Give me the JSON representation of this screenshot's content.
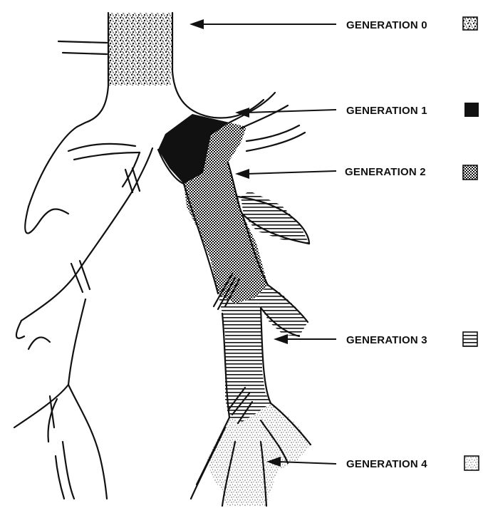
{
  "diagram": {
    "generations": [
      {
        "label": "GENERATION 0",
        "pattern": "coarse-stipple"
      },
      {
        "label": "GENERATION 1",
        "pattern": "solid-black"
      },
      {
        "label": "GENERATION 2",
        "pattern": "dense-dot-grid"
      },
      {
        "label": "GENERATION 3",
        "pattern": "horizontal-lines"
      },
      {
        "label": "GENERATION 4",
        "pattern": "fine-stipple"
      }
    ],
    "colors": {
      "ink": "#111111",
      "background": "#ffffff"
    }
  }
}
